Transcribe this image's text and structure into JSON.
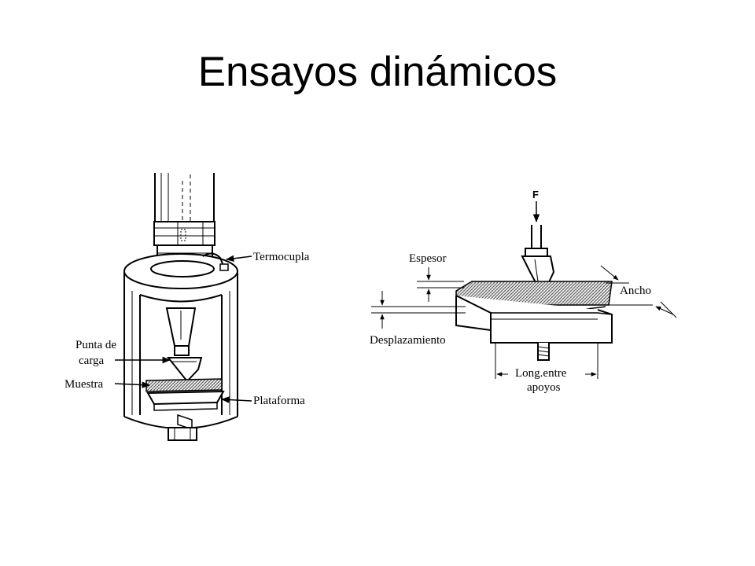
{
  "slide": {
    "title": "Ensayos dinámicos"
  },
  "left_diagram": {
    "labels": {
      "thermocouple": "Termocupla",
      "loading_point_line1": "Punta de",
      "loading_point_line2": "carga",
      "sample": "Muestra",
      "platform": "Plataforma"
    }
  },
  "right_diagram": {
    "labels": {
      "force": "F",
      "thickness": "Espesor",
      "width": "Ancho",
      "displacement": "Desplazamiento",
      "span_line1": "Long.entre",
      "span_line2": "apoyos"
    }
  },
  "colors": {
    "ink": "#000000",
    "hatch": "#555555",
    "background": "#ffffff"
  }
}
